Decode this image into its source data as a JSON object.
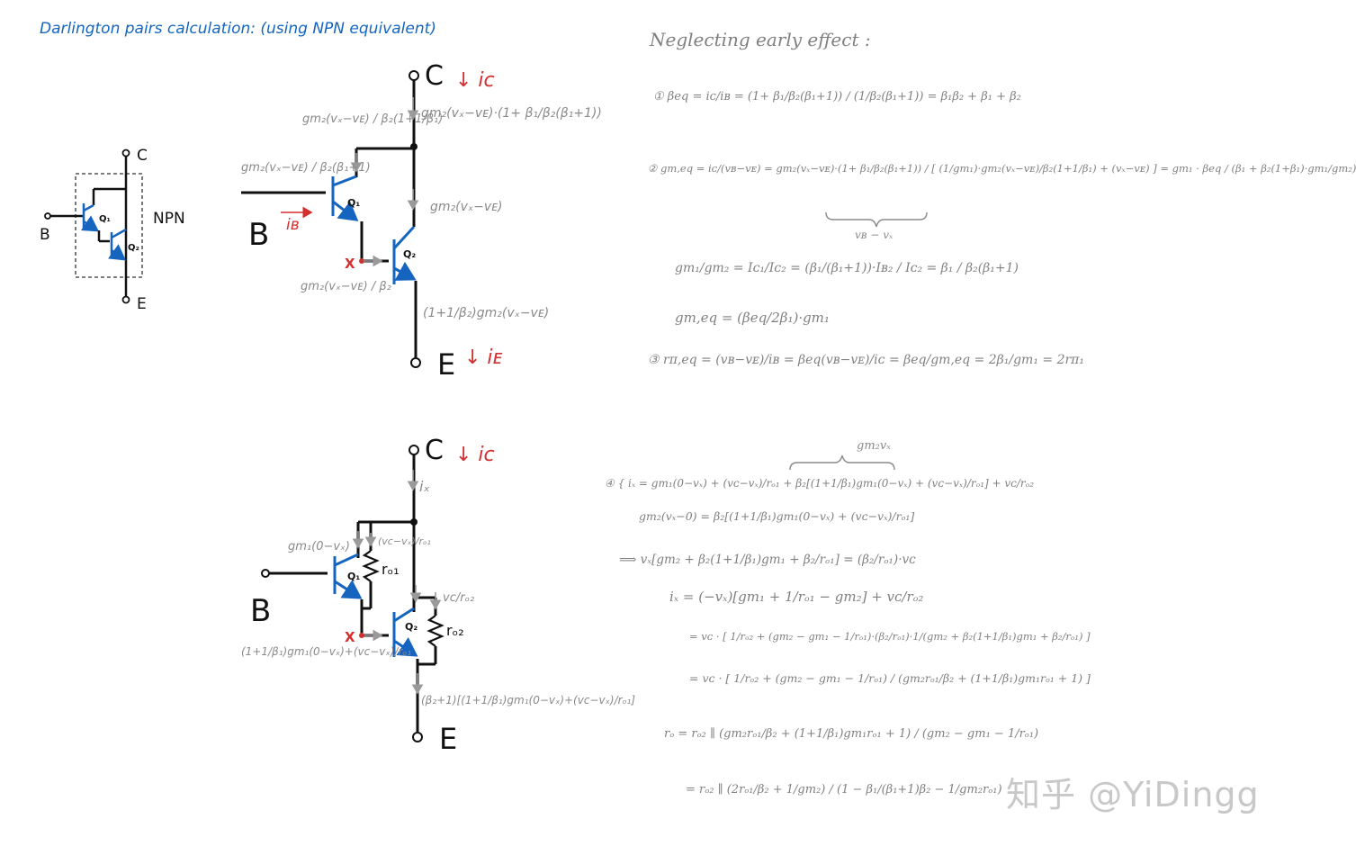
{
  "title": "Darlington pairs calculation: (using NPN equivalent)",
  "colors": {
    "blue": "#1565c0",
    "ink": "#111111",
    "gray": "#8a8a8a",
    "red": "#d32f2f"
  },
  "symbol": {
    "c": "C",
    "b": "B",
    "e": "E",
    "q1": "Q₁",
    "q2": "Q₂",
    "npn": "NPN"
  },
  "circuit1": {
    "c": "C",
    "ic": "↓ iᴄ",
    "b": "B",
    "ib": "iʙ",
    "e": "E",
    "ie": "↓ iᴇ",
    "q1": "Q₁",
    "q2": "Q₂",
    "x": "X",
    "n_top": "gm₂(vₓ−vᴇ)·(1+ β₁/β₂(β₁+1))",
    "n_left_top": "gm₂(vₓ−vᴇ) / β₂(1+1/β₁)",
    "n_base": "gm₂(vₓ−vᴇ) / β₂(β₁+1)",
    "n_mid": "gm₂(vₓ−vᴇ)",
    "n_x": "gm₂(vₓ−vᴇ) / β₂",
    "n_out": "(1+1/β₂)gm₂(vₓ−vᴇ)"
  },
  "circuit2": {
    "c": "C",
    "ic": "↓ iᴄ",
    "b": "B",
    "e": "E",
    "ix": "iₓ",
    "q1": "Q₁",
    "q2": "Q₂",
    "ro1": "rₒ₁",
    "ro2": "rₒ₂",
    "x": "X",
    "n_gm1": "gm₁(0−vₓ)",
    "n_vc_ro1": "(vᴄ−vₓ)/rₒ₁",
    "n_vc_ro2": "vᴄ/rₒ₂",
    "n_x": "(1+1/β₁)gm₁(0−vₓ)+(vᴄ−vₓ)/rₒ₁",
    "n_out": "(β₂+1)[(1+1/β₁)gm₁(0−vₓ)+(vᴄ−vₓ)/rₒ₁]"
  },
  "right": {
    "heading": "Neglecting early effect :",
    "eq1": "① βeq = iᴄ/iʙ = (1+ β₁/β₂(β₁+1)) / (1/β₂(β₁+1)) = β₁β₂ + β₁ + β₂",
    "eq2": "② gm,eq = iᴄ/(vʙ−vᴇ) = gm₂(vₓ−vᴇ)·(1+ β₁/β₂(β₁+1)) / [ (1/gm₁)·gm₂(vₓ−vᴇ)/β₂(1+1/β₁) + (vₓ−vᴇ) ] = gm₁ · βeq / (β₁ + β₂(1+β₁)·gm₁/gm₂)",
    "eq2_note": "vʙ − vₓ",
    "eq3": "gm₁/gm₂ = Iᴄ₁/Iᴄ₂ = (β₁/(β₁+1))·Iʙ₂ / Iᴄ₂ = β₁ / β₂(β₁+1)",
    "eq4": "gm,eq = (βeq/2β₁)·gm₁",
    "eq5": "③ rπ,eq = (vʙ−vᴇ)/iʙ = βeq(vʙ−vᴇ)/iᴄ = βeq/gm,eq = 2β₁/gm₁ = 2rπ₁",
    "brace_top": "gm₂vₓ",
    "eq6a": "④ { iₓ = gm₁(0−vₓ) + (vᴄ−vₓ)/rₒ₁ + β₂[(1+1/β₁)gm₁(0−vₓ) + (vᴄ−vₓ)/rₒ₁] + vᴄ/rₒ₂",
    "eq6b": "gm₂(vₓ−0) = β₂[(1+1/β₁)gm₁(0−vₓ) + (vᴄ−vₓ)/rₒ₁]",
    "eq7": "⟹ vₓ[gm₂ + β₂(1+1/β₁)gm₁ + β₂/rₒ₁] = (β₂/rₒ₁)·vᴄ",
    "eq8": "iₓ = (−vₓ)[gm₁ + 1/rₒ₁ − gm₂] + vᴄ/rₒ₂",
    "eq9": "= vᴄ · [ 1/rₒ₂ + (gm₂ − gm₁ − 1/rₒ₁)·(β₂/rₒ₁)·1/(gm₂ + β₂(1+1/β₁)gm₁ + β₂/rₒ₁) ]",
    "eq10": "= vᴄ · [ 1/rₒ₂ + (gm₂ − gm₁ − 1/rₒ₁) / (gm₂rₒ₁/β₂ + (1+1/β₁)gm₁rₒ₁ + 1) ]",
    "eq11": "rₒ = rₒ₂ ∥ (gm₂rₒ₁/β₂ + (1+1/β₁)gm₁rₒ₁ + 1) / (gm₂ − gm₁ − 1/rₒ₁)",
    "eq12": "= rₒ₂ ∥ (2rₒ₁/β₂ + 1/gm₂) / (1 − β₁/(β₁+1)β₂ − 1/gm₂rₒ₁)"
  },
  "watermark": "知乎 @YiDingg"
}
